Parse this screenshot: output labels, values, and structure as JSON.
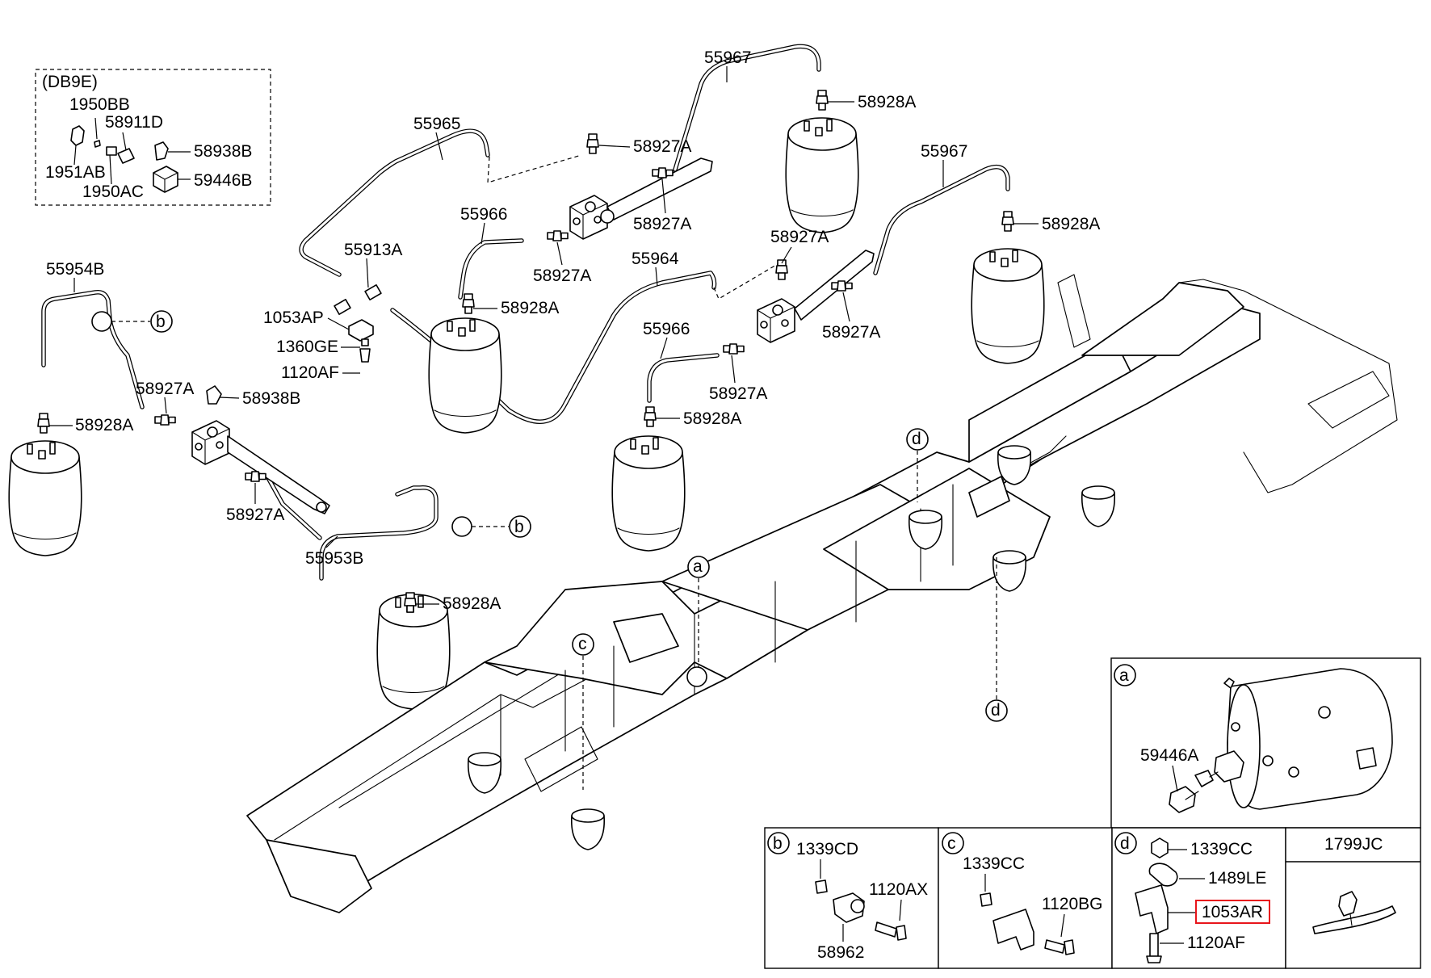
{
  "variant_box": {
    "title": "(DB9E)",
    "labels": [
      "1950BB",
      "58911D",
      "58938B",
      "1951AB",
      "59446B",
      "1950AC"
    ]
  },
  "callouts": {
    "c55954B": "55954B",
    "c55965": "55965",
    "c55967a": "55967",
    "c55967b": "55967",
    "c55966a": "55966",
    "c55966b": "55966",
    "c55964": "55964",
    "c55913A": "55913A",
    "c1053AP": "1053AP",
    "c1360GE": "1360GE",
    "c1120AF": "1120AF",
    "c58927A_1": "58927A",
    "c58927A_2": "58927A",
    "c58927A_3": "58927A",
    "c58927A_4": "58927A",
    "c58927A_5": "58927A",
    "c58927A_6": "58927A",
    "c58927A_7": "58927A",
    "c58927A_8": "58927A",
    "c58928A_1": "58928A",
    "c58928A_2": "58928A",
    "c58928A_3": "58928A",
    "c58928A_4": "58928A",
    "c58928A_5": "58928A",
    "c58928A_6": "58928A",
    "c58938B": "58938B",
    "c55953B": "55953B"
  },
  "refs": {
    "b": "b",
    "a": "a",
    "c": "c",
    "d": "d"
  },
  "detail_a": {
    "ref": "a",
    "label": "59446A"
  },
  "detail_b": {
    "ref": "b",
    "labels": [
      "1339CD",
      "1120AX",
      "58962"
    ]
  },
  "detail_c": {
    "ref": "c",
    "labels": [
      "1339CC",
      "1120BG"
    ]
  },
  "detail_d": {
    "ref": "d",
    "labels": [
      "1339CC",
      "1489LE",
      "1053AR",
      "1120AF"
    ],
    "highlighted": "1053AR",
    "highlight_color": "#e8151b"
  },
  "detail_extra": {
    "title": "1799JC"
  }
}
